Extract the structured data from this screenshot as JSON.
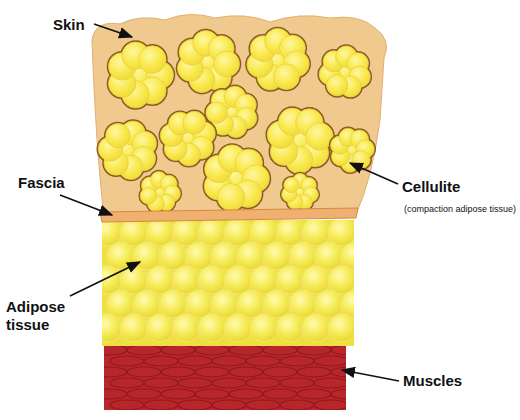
{
  "diagram": {
    "labels": [
      "Skin",
      "Fascia",
      "Cellulite",
      "(compaction adipose tissue)",
      "Adipose tissue",
      "Muscles"
    ]
  }
}
